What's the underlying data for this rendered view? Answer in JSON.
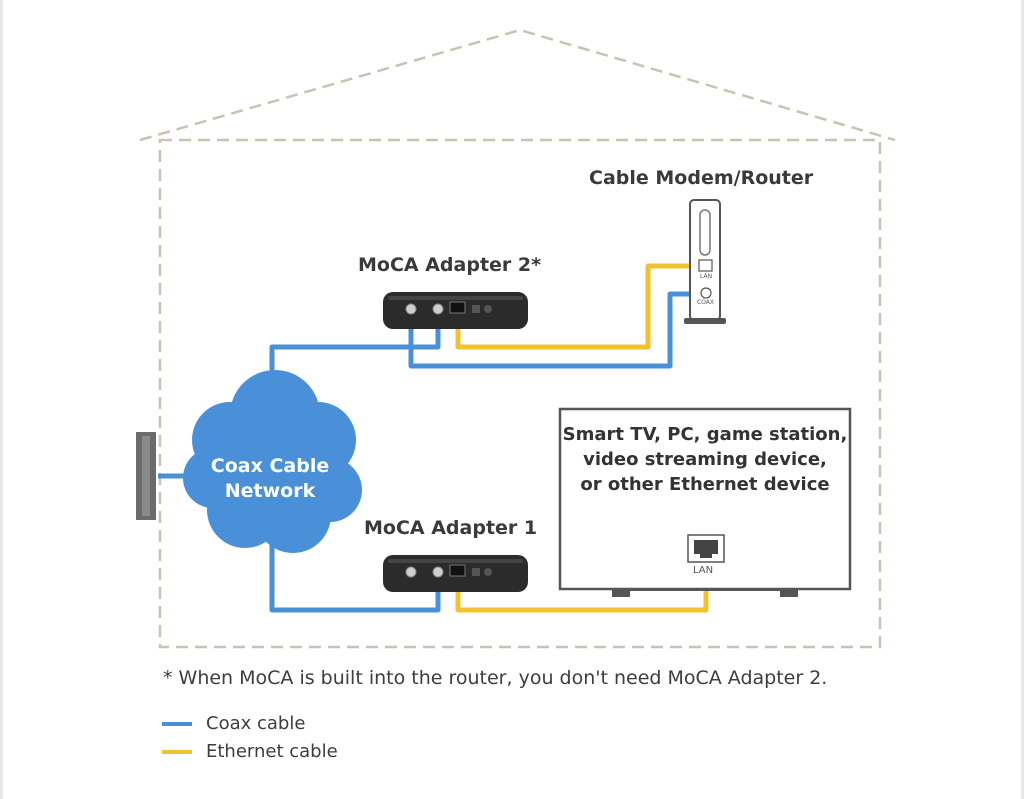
{
  "labels": {
    "router": "Cable Modem/Router",
    "adapter2": "MoCA Adapter 2*",
    "adapter1": "MoCA Adapter 1",
    "cloud_line1": "Coax Cable",
    "cloud_line2": "Network",
    "tv_line1": "Smart TV, PC, game station,",
    "tv_line2": "video streaming device,",
    "tv_line3": "or other Ethernet device",
    "tv_port": "LAN",
    "router_lan": "LAN",
    "router_coax": "COAX"
  },
  "note": "* When MoCA is built into the router, you don't need MoCA Adapter 2.",
  "legend": [
    {
      "label": "Coax cable",
      "color": "#4a90d9"
    },
    {
      "label": "Ethernet cable",
      "color": "#f2c12e"
    }
  ],
  "colors": {
    "coax": "#4a90d9",
    "ethernet": "#f2c12e",
    "cloud": "#4a90d9",
    "house_outline": "#c9c3b4",
    "device_dark": "#2b2b2b"
  }
}
